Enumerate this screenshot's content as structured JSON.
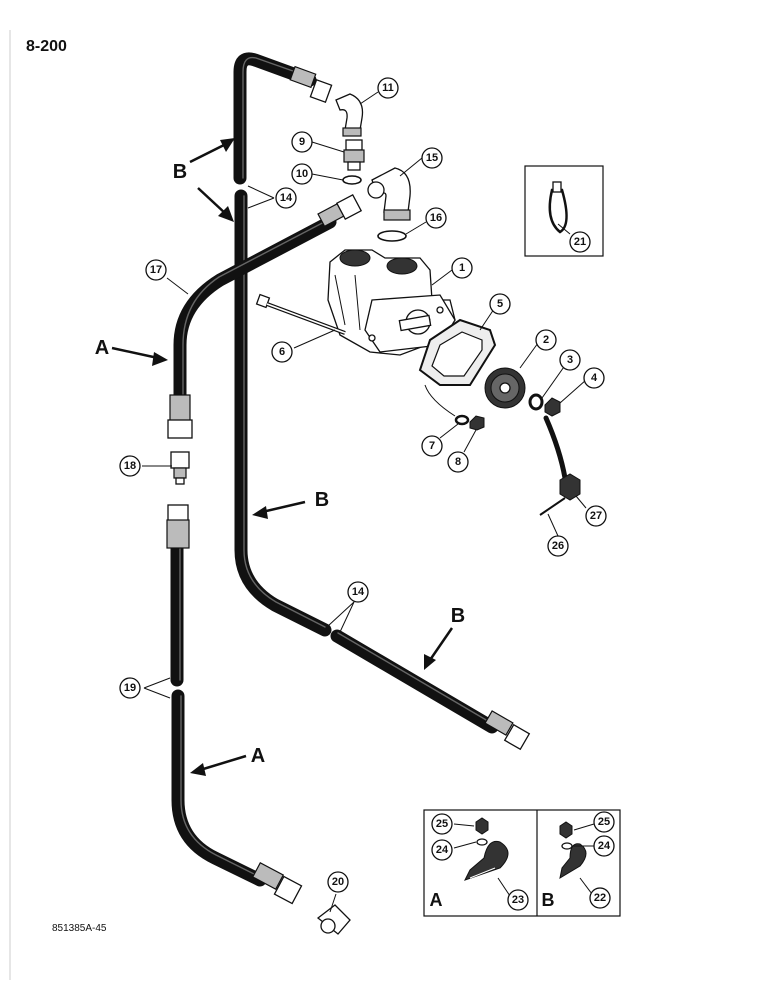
{
  "page_number": "8-200",
  "drawing_id": "851385A-45",
  "hose_labels": [
    "A",
    "B"
  ],
  "inset_labels": [
    "A",
    "B"
  ],
  "callouts": [
    {
      "id": "c11",
      "text": "11"
    },
    {
      "id": "c9",
      "text": "9"
    },
    {
      "id": "c10",
      "text": "10"
    },
    {
      "id": "c15",
      "text": "15"
    },
    {
      "id": "c14a",
      "text": "14"
    },
    {
      "id": "c16",
      "text": "16"
    },
    {
      "id": "c17",
      "text": "17"
    },
    {
      "id": "c1",
      "text": "1"
    },
    {
      "id": "c5",
      "text": "5"
    },
    {
      "id": "c6",
      "text": "6"
    },
    {
      "id": "c2",
      "text": "2"
    },
    {
      "id": "c3",
      "text": "3"
    },
    {
      "id": "c4",
      "text": "4"
    },
    {
      "id": "c7",
      "text": "7"
    },
    {
      "id": "c8",
      "text": "8"
    },
    {
      "id": "c18",
      "text": "18"
    },
    {
      "id": "c27",
      "text": "27"
    },
    {
      "id": "c26",
      "text": "26"
    },
    {
      "id": "c14b",
      "text": "14"
    },
    {
      "id": "c19",
      "text": "19"
    },
    {
      "id": "c20",
      "text": "20"
    },
    {
      "id": "c21",
      "text": "21"
    },
    {
      "id": "c25a",
      "text": "25"
    },
    {
      "id": "c24a",
      "text": "24"
    },
    {
      "id": "c23",
      "text": "23"
    },
    {
      "id": "c25b",
      "text": "25"
    },
    {
      "id": "c24b",
      "text": "24"
    },
    {
      "id": "c22",
      "text": "22"
    }
  ]
}
